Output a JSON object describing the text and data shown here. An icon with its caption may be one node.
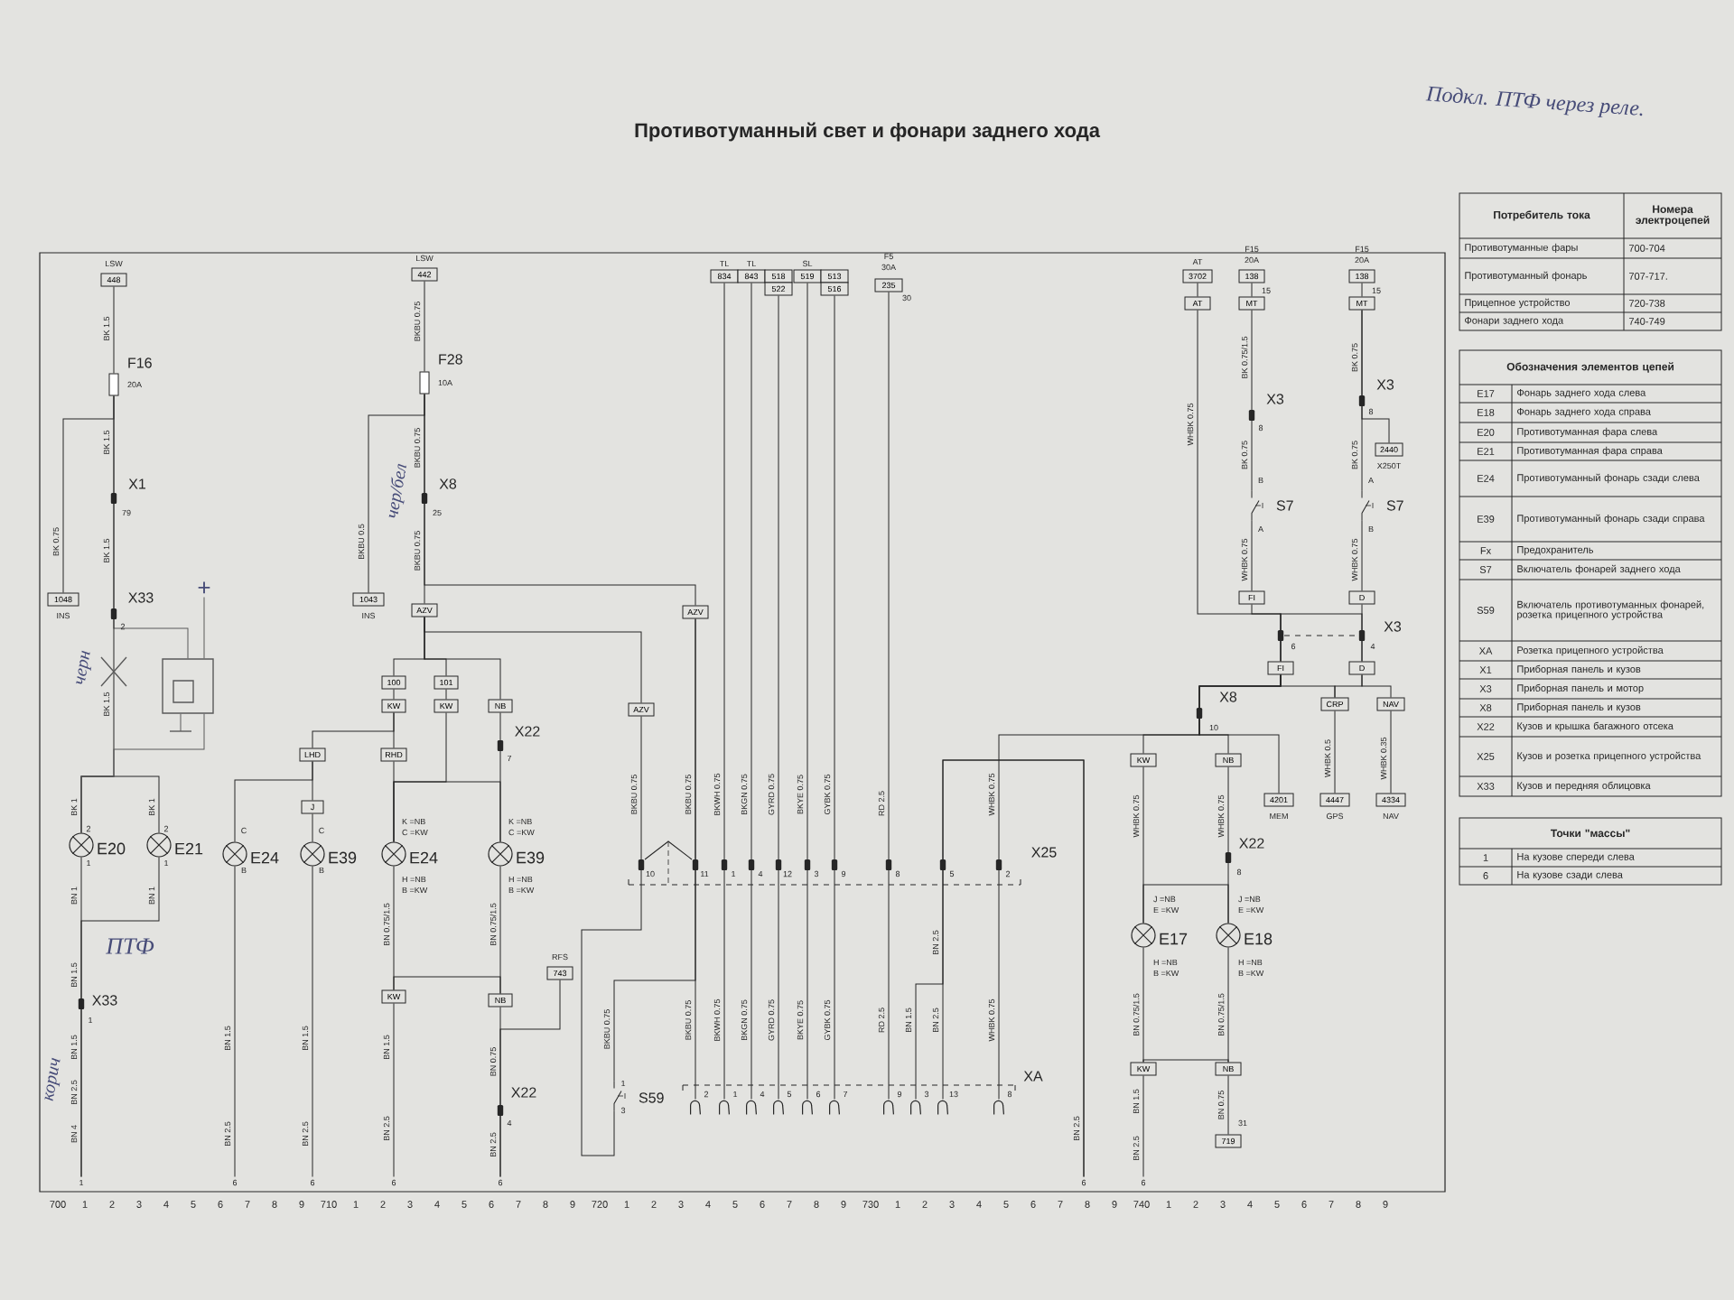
{
  "diagram": {
    "title": "Противотуманный свет и фонари заднего хода",
    "nodes": [
      {
        "text": [
          "448"
        ],
        "beside": [
          "LSW"
        ]
      },
      {
        "text": [],
        "shape": "box",
        "beside": [
          "F16",
          "20A"
        ]
      },
      {
        "text": [
          "1048"
        ],
        "beside": [
          "INS"
        ]
      },
      {
        "text": [],
        "shape": "box"
      },
      {
        "text": [],
        "shape": "circle",
        "beside": [
          "E20"
        ]
      },
      {
        "text": [],
        "shape": "circle",
        "beside": [
          "E21"
        ]
      },
      {
        "text": [
          "442"
        ],
        "beside": [
          "LSW"
        ]
      },
      {
        "text": [],
        "shape": "box",
        "beside": [
          "F28",
          "10A"
        ]
      },
      {
        "text": [
          "1043"
        ],
        "beside": [
          "INS"
        ]
      },
      {
        "text": [
          "AZV"
        ]
      },
      {
        "text": [
          "AZV"
        ]
      },
      {
        "text": [
          "AZV"
        ]
      },
      {
        "text": [
          "100"
        ]
      },
      {
        "text": [
          "101"
        ]
      },
      {
        "text": [
          "KW"
        ]
      },
      {
        "text": [
          "KW"
        ]
      },
      {
        "text": [
          "NB"
        ]
      },
      {
        "text": [
          "RHD"
        ]
      },
      {
        "text": [
          "LHD"
        ]
      },
      {
        "text": [
          "J"
        ]
      },
      {
        "text": [],
        "shape": "circle",
        "beside": [
          "E24"
        ]
      },
      {
        "text": [],
        "shape": "circle",
        "beside": [
          "E39"
        ]
      },
      {
        "text": [],
        "shape": "circle",
        "beside": [
          "E24"
        ]
      },
      {
        "text": [],
        "shape": "circle",
        "beside": [
          "E39"
        ]
      },
      {
        "text": [
          "KW"
        ]
      },
      {
        "text": [
          "NB"
        ]
      },
      {
        "text": [
          "743"
        ],
        "beside": [
          "RFS"
        ]
      },
      {
        "text": [
          "S59"
        ]
      },
      {
        "text": [
          "834"
        ],
        "beside": [
          "TL"
        ]
      },
      {
        "text": [
          "843"
        ],
        "beside": [
          "TL"
        ]
      },
      {
        "text": [
          "518"
        ]
      },
      {
        "text": [
          "522"
        ]
      },
      {
        "text": [
          "519"
        ],
        "beside": [
          "SL"
        ]
      },
      {
        "text": [
          "513"
        ]
      },
      {
        "text": [
          "516"
        ]
      },
      {
        "text": [
          "235"
        ],
        "beside": [
          "F5",
          "30A",
          "30"
        ]
      },
      {
        "text": [
          "3702"
        ],
        "beside": [
          "AT"
        ]
      },
      {
        "text": [
          "AT"
        ]
      },
      {
        "text": [
          "138"
        ],
        "beside": [
          "F15",
          "20A",
          "15"
        ]
      },
      {
        "text": [
          "MT"
        ]
      },
      {
        "text": [
          "S7"
        ]
      },
      {
        "text": [
          "FI"
        ]
      },
      {
        "text": [
          "138"
        ],
        "beside": [
          "F15",
          "20A",
          "15"
        ]
      },
      {
        "text": [
          "MT"
        ]
      },
      {
        "text": [
          "2440"
        ],
        "beside": [
          "X250T"
        ]
      },
      {
        "text": [
          "S7"
        ]
      },
      {
        "text": [
          "D"
        ]
      },
      {
        "text": [
          "FI"
        ]
      },
      {
        "text": [
          "D"
        ]
      },
      {
        "text": [
          "CRP"
        ]
      },
      {
        "text": [
          "NAV"
        ]
      },
      {
        "text": [
          "4447"
        ],
        "beside": [
          "GPS"
        ]
      },
      {
        "text": [
          "4334"
        ],
        "beside": [
          "NAV"
        ]
      },
      {
        "text": [
          "4201"
        ],
        "beside": [
          "MEM"
        ]
      },
      {
        "text": [
          "KW"
        ]
      },
      {
        "text": [
          "NB"
        ]
      },
      {
        "text": [],
        "shape": "circle",
        "beside": [
          "E17"
        ]
      },
      {
        "text": [],
        "shape": "circle",
        "beside": [
          "E18"
        ]
      },
      {
        "text": [
          "KW"
        ]
      },
      {
        "text": [
          "NB"
        ]
      },
      {
        "text": [
          "719"
        ],
        "beside": [
          "31"
        ]
      },
      {
        "text": [
          "1"
        ]
      },
      {
        "text": [
          "6"
        ]
      },
      {
        "text": [
          "6"
        ]
      },
      {
        "text": [
          "6"
        ]
      },
      {
        "text": [
          "6"
        ]
      },
      {
        "text": [
          "6"
        ]
      },
      {
        "text": [
          "6"
        ]
      },
      {
        "text": [
          "+"
        ]
      },
      {
        "text": [
          "2"
        ]
      },
      {
        "text": [
          "1"
        ]
      },
      {
        "text": [
          "4"
        ]
      },
      {
        "text": [
          "5"
        ]
      },
      {
        "text": [
          "6"
        ]
      },
      {
        "text": [
          "7"
        ]
      },
      {
        "text": [
          "9"
        ]
      },
      {
        "text": [
          "3"
        ]
      },
      {
        "text": [
          "13"
        ]
      },
      {
        "text": [
          "8"
        ]
      }
    ],
    "edges": [
      {
        "from": 0,
        "to": 1,
        "arrow": "none"
      },
      {
        "from": 1,
        "to": 2,
        "arrow": "none"
      },
      {
        "from": 1,
        "to": 3,
        "arrow": "none"
      },
      {
        "from": 1,
        "to": 4,
        "arrow": "none"
      },
      {
        "from": 4,
        "to": 5,
        "arrow": "none"
      },
      {
        "from": 3,
        "to": 4,
        "arrow": "none"
      },
      {
        "from": 68,
        "to": 3,
        "arrow": "none"
      },
      {
        "from": 3,
        "to": null,
        "arrow": "none"
      },
      {
        "from": 4,
        "to": 61,
        "arrow": "none"
      },
      {
        "from": 5,
        "to": 61,
        "arrow": "none"
      },
      {
        "from": 6,
        "to": 7,
        "arrow": "none"
      },
      {
        "from": 7,
        "to": 8,
        "arrow": "none"
      },
      {
        "from": 7,
        "to": 9,
        "arrow": "none"
      },
      {
        "from": 7,
        "to": 10,
        "arrow": "none"
      },
      {
        "from": 9,
        "to": 11,
        "arrow": "none"
      },
      {
        "from": 9,
        "to": 12,
        "arrow": "none"
      },
      {
        "from": 9,
        "to": 13,
        "arrow": "none"
      },
      {
        "from": 9,
        "to": 16,
        "arrow": "none"
      },
      {
        "from": 12,
        "to": 14,
        "arrow": "none"
      },
      {
        "from": 13,
        "to": 15,
        "arrow": "none"
      },
      {
        "from": 14,
        "to": 17,
        "arrow": "none"
      },
      {
        "from": 14,
        "to": 18,
        "arrow": "none"
      },
      {
        "from": 17,
        "to": 22,
        "arrow": "none"
      },
      {
        "from": 15,
        "to": 22,
        "arrow": "none"
      },
      {
        "from": 16,
        "to": 23,
        "arrow": "none"
      },
      {
        "from": 22,
        "to": 23,
        "arrow": "none"
      },
      {
        "from": 18,
        "to": 20,
        "arrow": "none"
      },
      {
        "from": 18,
        "to": 19,
        "arrow": "none"
      },
      {
        "from": 19,
        "to": 21,
        "arrow": "none"
      },
      {
        "from": 20,
        "to": 62,
        "arrow": "none"
      },
      {
        "from": 21,
        "to": 63,
        "arrow": "none"
      },
      {
        "from": 22,
        "to": 24,
        "arrow": "none"
      },
      {
        "from": 23,
        "to": 25,
        "arrow": "none"
      },
      {
        "from": 24,
        "to": 25,
        "arrow": "none"
      },
      {
        "from": 24,
        "to": 64,
        "arrow": "none"
      },
      {
        "from": 25,
        "to": 65,
        "arrow": "none"
      },
      {
        "from": 26,
        "to": 65,
        "arrow": "none"
      },
      {
        "from": 10,
        "to": 69,
        "arrow": "none"
      },
      {
        "from": 10,
        "to": 27,
        "arrow": "none"
      },
      {
        "from": 11,
        "to": 27,
        "arrow": "none"
      },
      {
        "from": 28,
        "to": 70,
        "arrow": "none"
      },
      {
        "from": 29,
        "to": 71,
        "arrow": "none"
      },
      {
        "from": 31,
        "to": 72,
        "arrow": "none"
      },
      {
        "from": 32,
        "to": 73,
        "arrow": "none"
      },
      {
        "from": 34,
        "to": 74,
        "arrow": "none"
      },
      {
        "from": 35,
        "to": 75,
        "arrow": "none"
      },
      {
        "from": 66,
        "to": 76,
        "arrow": "none"
      },
      {
        "from": 66,
        "to": 77,
        "arrow": "none"
      },
      {
        "from": 36,
        "to": 37,
        "arrow": "none"
      },
      {
        "from": 38,
        "to": 39,
        "arrow": "none"
      },
      {
        "from": 39,
        "to": 40,
        "arrow": "none"
      },
      {
        "from": 40,
        "to": 41,
        "arrow": "none"
      },
      {
        "from": 42,
        "to": 43,
        "arrow": "none"
      },
      {
        "from": 43,
        "to": 44,
        "arrow": "none"
      },
      {
        "from": 43,
        "to": 45,
        "arrow": "none"
      },
      {
        "from": 45,
        "to": 46,
        "arrow": "none"
      },
      {
        "from": 37,
        "to": 47,
        "arrow": "none"
      },
      {
        "from": 41,
        "to": 47,
        "arrow": "none"
      },
      {
        "from": 46,
        "to": 48,
        "arrow": "none"
      },
      {
        "from": 47,
        "to": 48,
        "arrow": "none"
      },
      {
        "from": 47,
        "to": 49,
        "arrow": "none"
      },
      {
        "from": 48,
        "to": 49,
        "arrow": "none"
      },
      {
        "from": 48,
        "to": 50,
        "arrow": "none"
      },
      {
        "from": 47,
        "to": 53,
        "arrow": "none"
      },
      {
        "from": 47,
        "to": 54,
        "arrow": "none"
      },
      {
        "from": 47,
        "to": 55,
        "arrow": "none"
      },
      {
        "from": 47,
        "to": 78,
        "arrow": "none"
      },
      {
        "from": 49,
        "to": 51,
        "arrow": "none"
      },
      {
        "from": 50,
        "to": 52,
        "arrow": "none"
      },
      {
        "from": 54,
        "to": 56,
        "arrow": "none"
      },
      {
        "from": 55,
        "to": 57,
        "arrow": "none"
      },
      {
        "from": 56,
        "to": 57,
        "arrow": "none"
      },
      {
        "from": 56,
        "to": 58,
        "arrow": "none"
      },
      {
        "from": 57,
        "to": 59,
        "arrow": "none"
      },
      {
        "from": 58,
        "to": 59,
        "arrow": "none"
      },
      {
        "from": 58,
        "to": 67,
        "arrow": "none"
      },
      {
        "from": 59,
        "to": 60,
        "arrow": "none"
      }
    ],
    "labels": [
      "Подкл. ПТФ через реле.",
      "BK 1.5",
      "BK 1.5",
      "X1",
      "79",
      "BK 0.75",
      "BK 1.5",
      "X33",
      "2",
      "черн",
      "BK 1.5",
      "BK 1",
      "BK 1",
      "2",
      "2",
      "1",
      "1",
      "BN 1",
      "BN 1",
      "ПТФ",
      "BN 1.5",
      "X33",
      "1",
      "BN 1.5",
      "BN 2.5",
      "BN 4",
      "корич",
      "C",
      "B",
      "BN 1.5",
      "BN 2.5",
      "C",
      "B",
      "BN 1.5",
      "BN 2.5",
      "BKBU 0.75",
      "BKBU 0.75",
      "X8",
      "25",
      "BKBU 0.5",
      "BKBU 0.75",
      "чер/бел",
      "X22",
      "7",
      "K =NB",
      "C =KW",
      "H =NB",
      "B =KW",
      "K =NB",
      "C =KW",
      "H =NB",
      "B =KW",
      "BN 0.75/1.5",
      "BN 0.75/1.5",
      "BN 1.5",
      "BN 2.5",
      "BN 0.75",
      "X22",
      "4",
      "BN 2.5",
      "BKBU 0.75",
      "BKBU 0.75",
      "BKWH 0.75",
      "BKGN 0.75",
      "GYRD 0.75",
      "BKYE 0.75",
      "GYBK 0.75",
      "RD 2.5",
      "WHBK 0.75",
      "X25",
      "10",
      "11",
      "1",
      "4",
      "12",
      "3",
      "9",
      "8",
      "5",
      "2",
      "BN 2.5",
      "BKBU 0.75",
      "1",
      "3",
      "BKBU 0.75",
      "BKWH 0.75",
      "BKGN 0.75",
      "GYRD 0.75",
      "BKYE 0.75",
      "GYBK 0.75",
      "RD 2.5",
      "BN 1.5",
      "BN 2.5",
      "WHBK 0.75",
      "XA",
      "BN 2.5",
      "WHBK 0.75",
      "BK 0.75/1.5",
      "X3",
      "8",
      "BK 0.75",
      "B",
      "A",
      "WHBK 0.75",
      "BK 0.75",
      "X3",
      "8",
      "BK 0.75",
      "A",
      "B",
      "WHBK 0.75",
      "X3",
      "6",
      "4",
      "X8",
      "10",
      "WHBK 0.5",
      "WHBK 0.35",
      "WHBK 0.75",
      "WHBK 0.75",
      "X22",
      "8",
      "J =NB",
      "E =KW",
      "H =NB",
      "B =KW",
      "J =NB",
      "E =KW",
      "H =NB",
      "B =KW",
      "BN 0.75/1.5",
      "BN 0.75/1.5",
      "BN 1.5",
      "BN 2.5",
      "BN 0.75",
      "700",
      "1",
      "2",
      "3",
      "4",
      "5",
      "6",
      "7",
      "8",
      "9",
      "710",
      "1",
      "2",
      "3",
      "4",
      "5",
      "6",
      "7",
      "8",
      "9",
      "720",
      "1",
      "2",
      "3",
      "4",
      "5",
      "6",
      "7",
      "8",
      "9",
      "730",
      "1",
      "2",
      "3",
      "4",
      "5",
      "6",
      "7",
      "8",
      "9",
      "740",
      "1",
      "2",
      "3",
      "4",
      "5",
      "6",
      "7",
      "8",
      "9",
      "Потребитель тока",
      "Номера электроцепей",
      "Противотуманные фары",
      "700-704",
      "Противотуманный фонарь",
      "707-717.",
      "Прицепное устройство",
      "720-738",
      "Фонари заднего хода",
      "740-749",
      "Обозначения элементов цепей",
      "E17",
      "Фонарь заднего хода слева",
      "E18",
      "Фонарь заднего хода справа",
      "E20",
      "Противотуманная фара слева",
      "E21",
      "Противотуманная фара справа",
      "E24",
      "Противотуманный фонарь сзади слева",
      "E39",
      "Противотуманный фонарь сзади справа",
      "Fx",
      "Предохранитель",
      "S7",
      "Включатель фонарей заднего хода",
      "S59",
      "Включатель противотуманных фонарей, розетка прицепного устройства",
      "XA",
      "Розетка прицепного устройства",
      "X1",
      "Приборная панель и кузов",
      "X3",
      "Приборная панель и мотор",
      "X8",
      "Приборная панель и кузов",
      "X22",
      "Кузов и крышка багажного отсека",
      "X25",
      "Кузов и розетка прицепного устройства",
      "X33",
      "Кузов и передняя облицовка",
      "Точки \"массы\"",
      "1",
      "На кузове спереди слева",
      "6",
      "На кузове сзади слева"
    ]
  }
}
